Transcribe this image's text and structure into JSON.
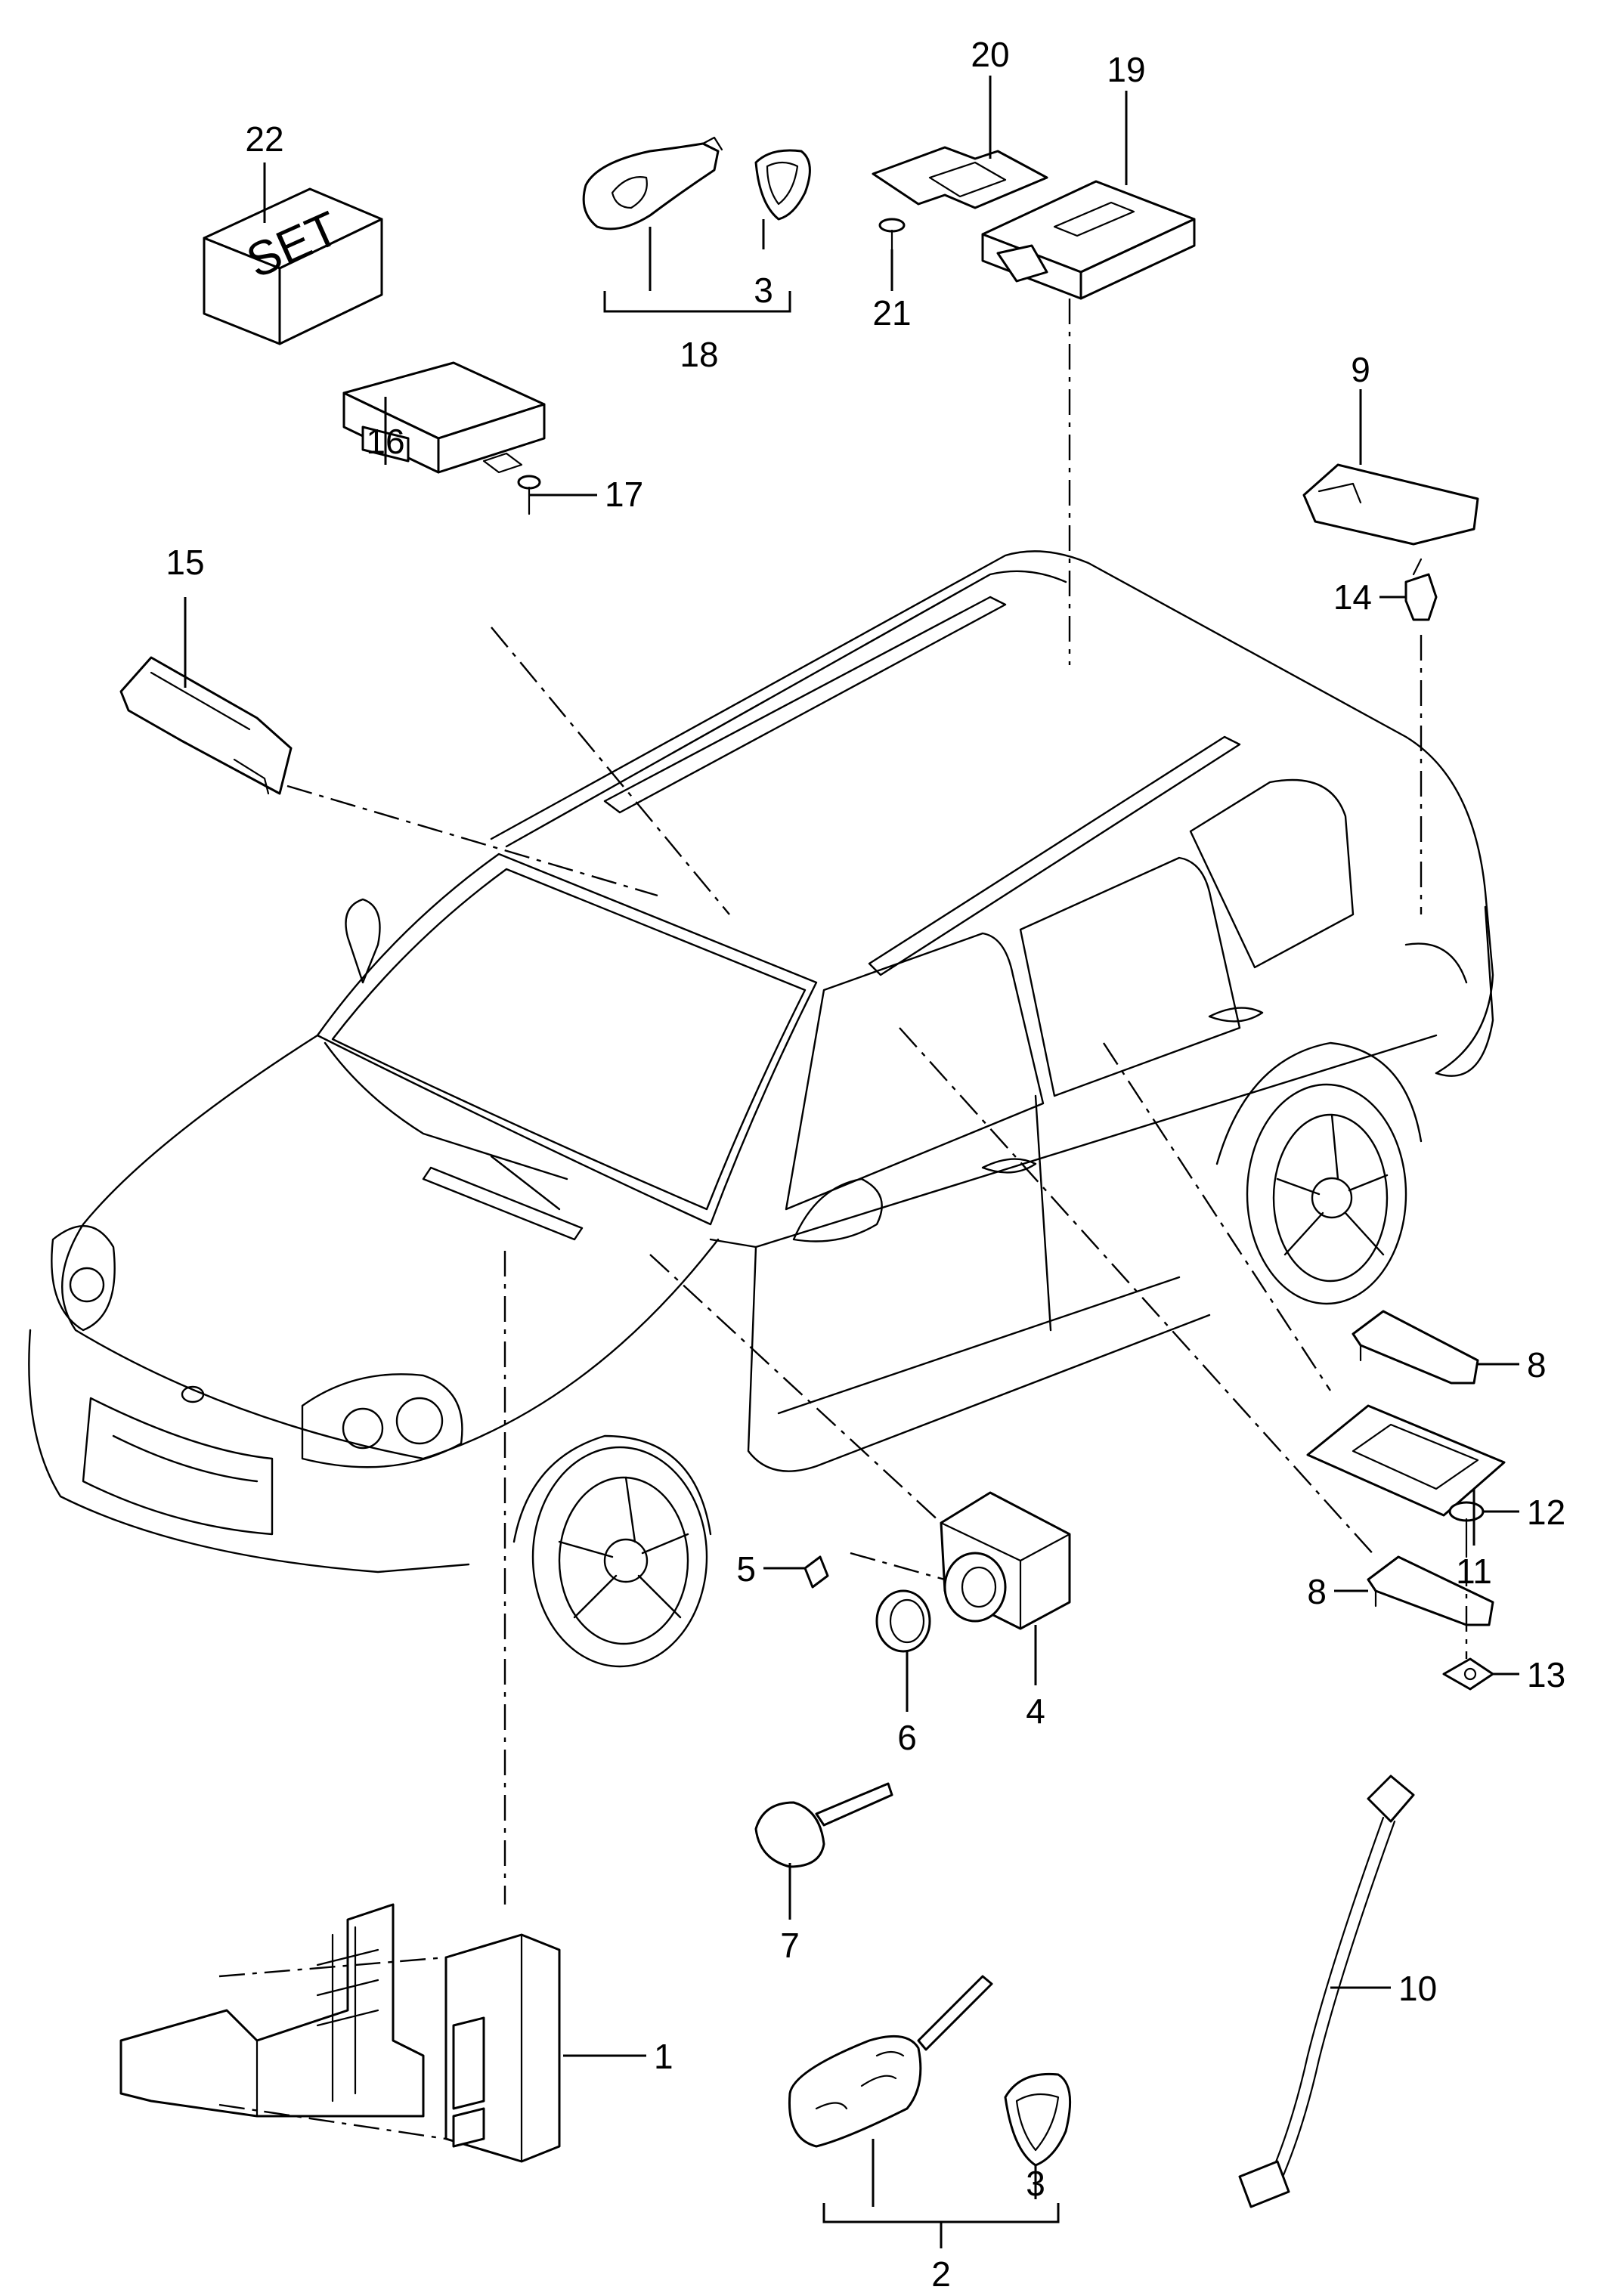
{
  "set_label": "SET",
  "callouts": {
    "c1": "1",
    "c2": "2",
    "c3a": "3",
    "c3b": "3",
    "c4": "4",
    "c5": "5",
    "c6": "6",
    "c7": "7",
    "c8a": "8",
    "c8b": "8",
    "c9": "9",
    "c10": "10",
    "c11": "11",
    "c12": "12",
    "c13": "13",
    "c14": "14",
    "c15": "15",
    "c16": "16",
    "c17": "17",
    "c18": "18",
    "c19": "19",
    "c20": "20",
    "c21": "21",
    "c22": "22"
  }
}
